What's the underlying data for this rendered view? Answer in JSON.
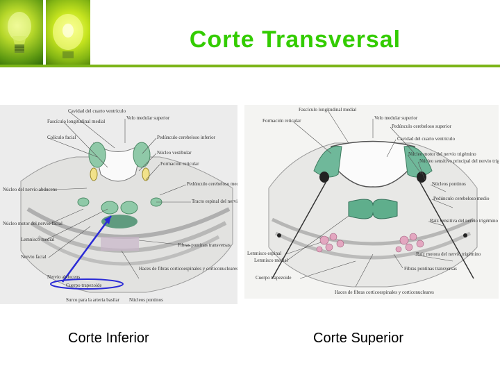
{
  "slide": {
    "title": "Corte Transversal",
    "accent_color": "#33cc00",
    "band_color": "#7cb518"
  },
  "figures": {
    "left": {
      "caption": "Corte Inferior",
      "labels": [
        "Cavidad del cuarto ventrículo",
        "Velo medular superior",
        "Fascículo longitudinal medial",
        "Colículo facial",
        "Pedúnculo cerebeloso inferior",
        "Núcleo vestibular",
        "Formación reticular",
        "Núcleo del nervio abducens",
        "Pedúnculo cerebeloso medio",
        "Tracto espinal del nervio trigémino",
        "Núcleo motor del nervio facial",
        "Lemnisco medial",
        "Fibras pontinas transversas",
        "Nervio facial",
        "Haces de fibras corticoespinales y corticonucleares",
        "Nervio abducens",
        "Cuerpo trapezoide",
        "Surco para la arteria basilar",
        "Núcleos pontinos"
      ]
    },
    "right": {
      "caption": "Corte Superior",
      "labels": [
        "Fascículo longitudinal medial",
        "Velo medular superior",
        "Formación reticular",
        "Pedúnculo cerebeloso superior",
        "Cavidad del cuarto ventrículo",
        "Núcleo motor del nervio trigémino",
        "Núcleo sensitivo principal del nervio trigémino",
        "Núcleos pontinos",
        "Pedúnculo cerebeloso medio",
        "Raíz sensitiva del nervio trigémino",
        "Lemnisco espinal",
        "Lemnisco medial",
        "Raíz motora del nervio trigémino",
        "Fibras pontinas transversas",
        "Cuerpo trapezoide",
        "Haces de fibras corticoespinales y corticonucleares"
      ]
    }
  }
}
